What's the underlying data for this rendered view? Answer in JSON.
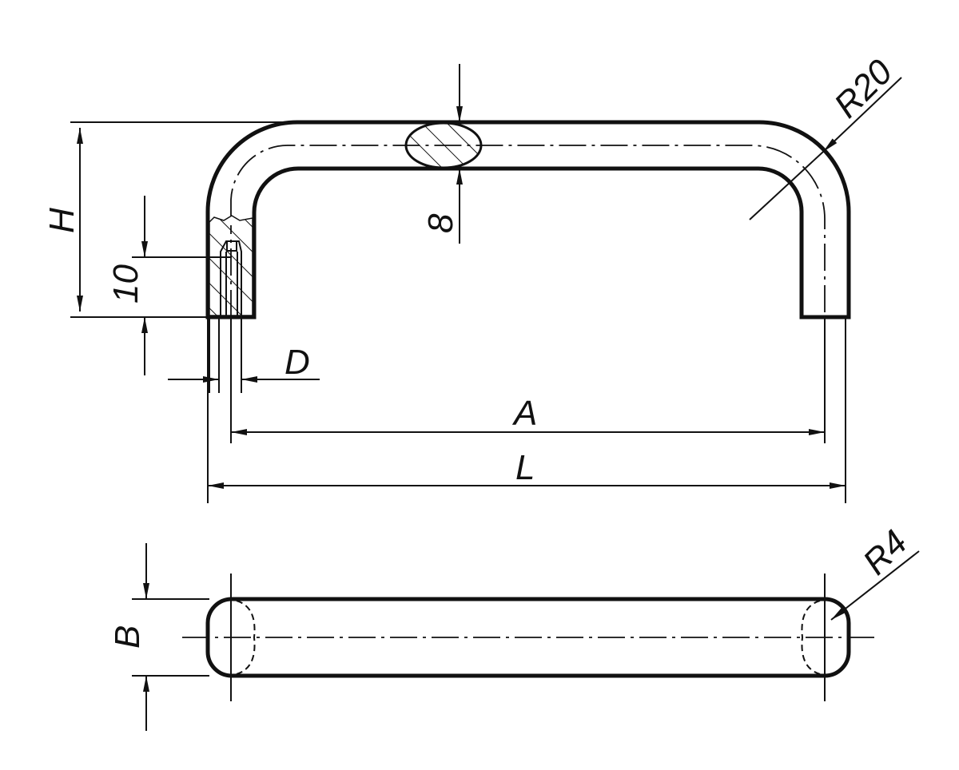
{
  "drawing": {
    "labels": {
      "height": "H",
      "thread_depth": "10",
      "thread_diameter": "D",
      "hole_spacing": "A",
      "overall_length": "L",
      "bar_thickness": "8",
      "bend_radius": "R20",
      "bar_width": "B",
      "edge_radius": "R4"
    },
    "colors": {
      "fill": "#dcdcdc",
      "line": "#111111"
    }
  }
}
